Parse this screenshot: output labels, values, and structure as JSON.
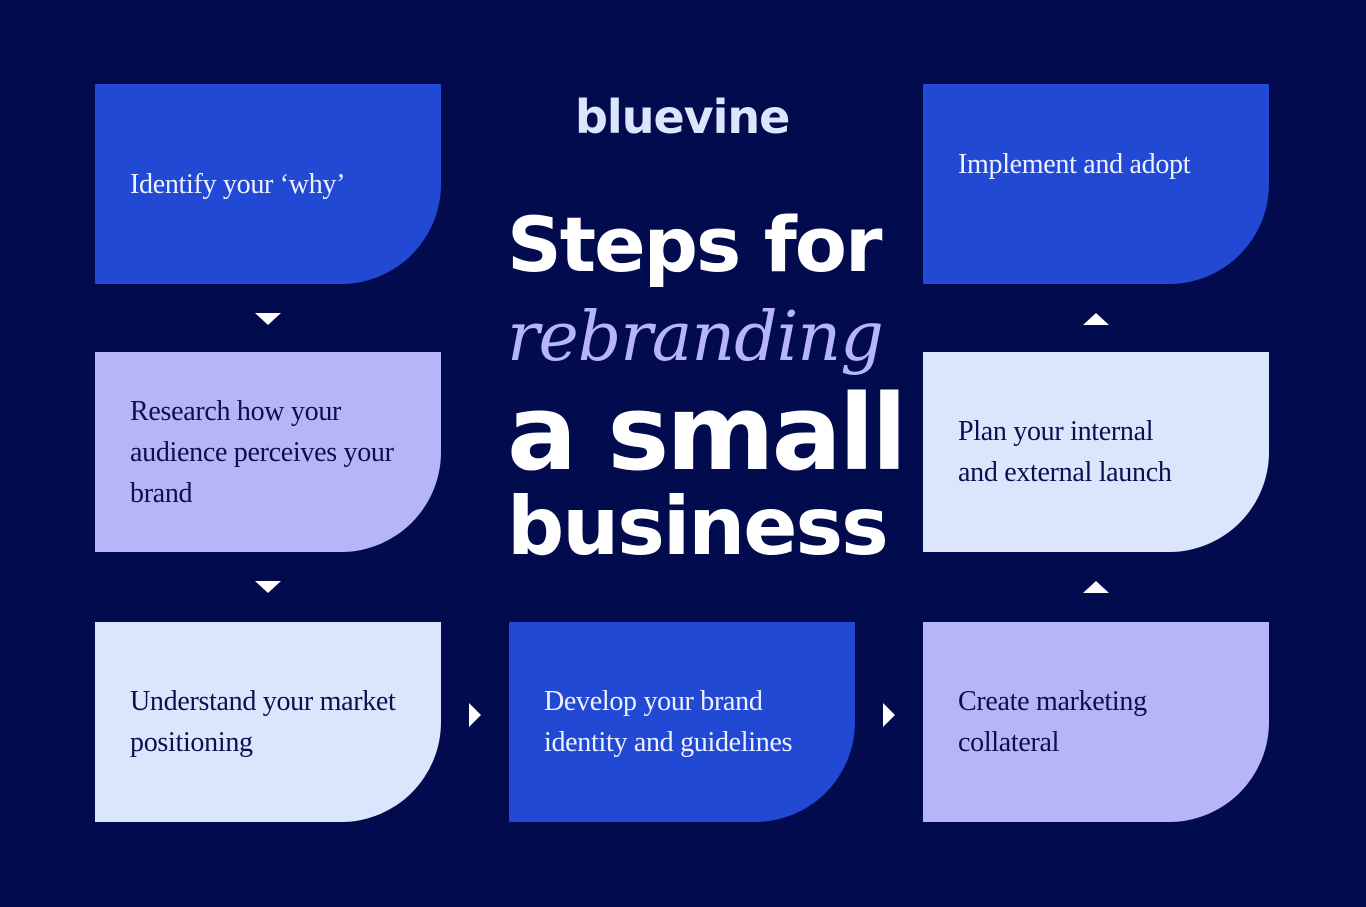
{
  "brand": {
    "logo_text": "bluevine"
  },
  "title": {
    "line1": "Steps for",
    "line2": "rebranding",
    "line3": "a small",
    "line4": "business"
  },
  "steps": [
    {
      "label": "Identify your ‘why’"
    },
    {
      "label": "Research how your audience perceives your brand"
    },
    {
      "label": "Understand your market positioning"
    },
    {
      "label": "Develop your brand identity and guidelines"
    },
    {
      "label": "Create marketing collateral"
    },
    {
      "label": "Plan your internal and external launch"
    },
    {
      "label": "Implement and adopt"
    }
  ],
  "colors": {
    "background": "#010b4e",
    "blue": "#2249d4",
    "lavender": "#b6b5f7",
    "pale": "#dbe6fd"
  }
}
